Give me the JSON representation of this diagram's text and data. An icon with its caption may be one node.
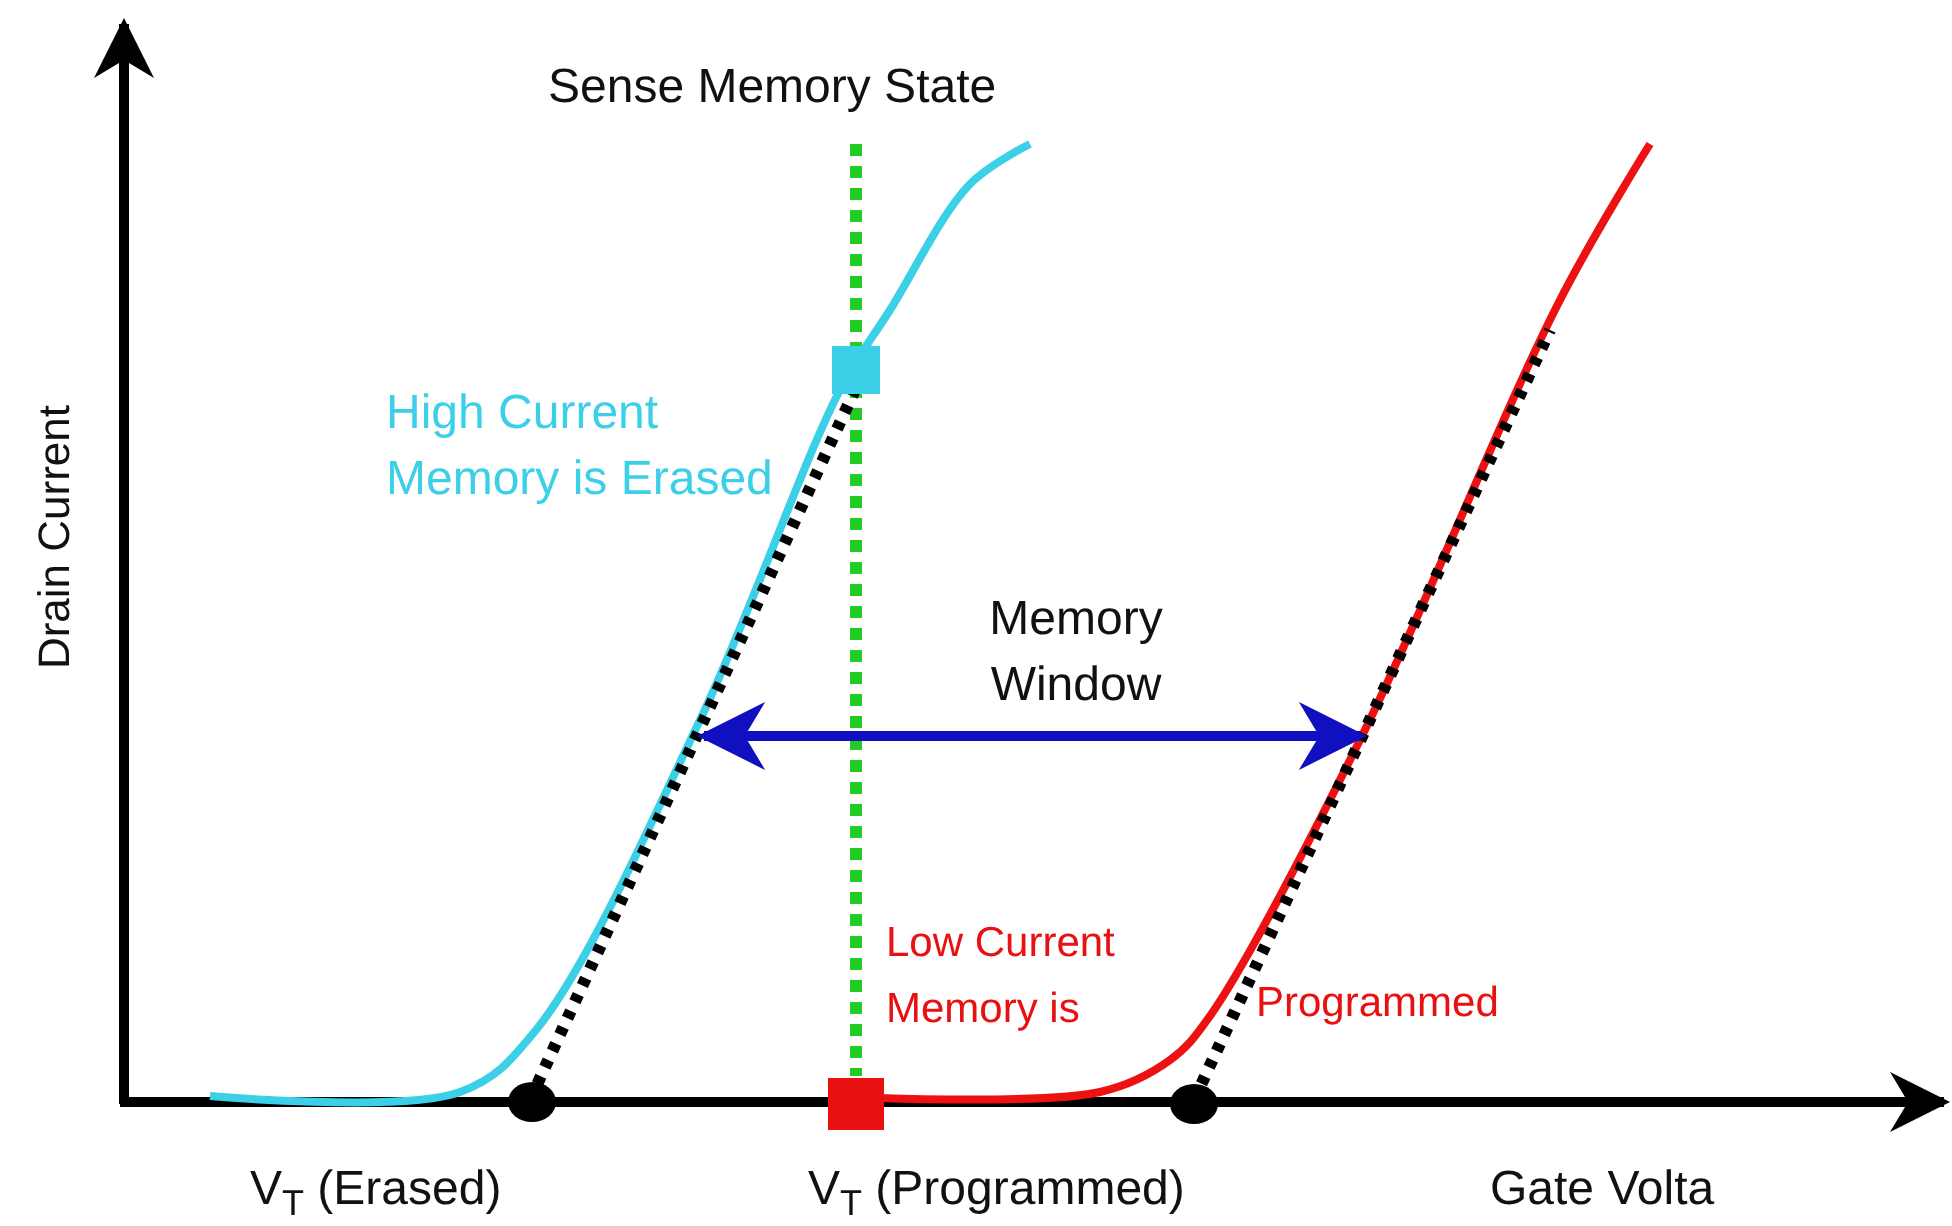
{
  "diagram": {
    "labels": [
      "Sense Memory State",
      "High Current Memory is Erased",
      "Memory Window",
      "Low Current Memory is",
      "Programmed",
      "Drain Current",
      "V$_{T}$ (Erased)",
      "V$_{T}$ (Programmed)",
      "Gate Volta"
    ]
  }
}
